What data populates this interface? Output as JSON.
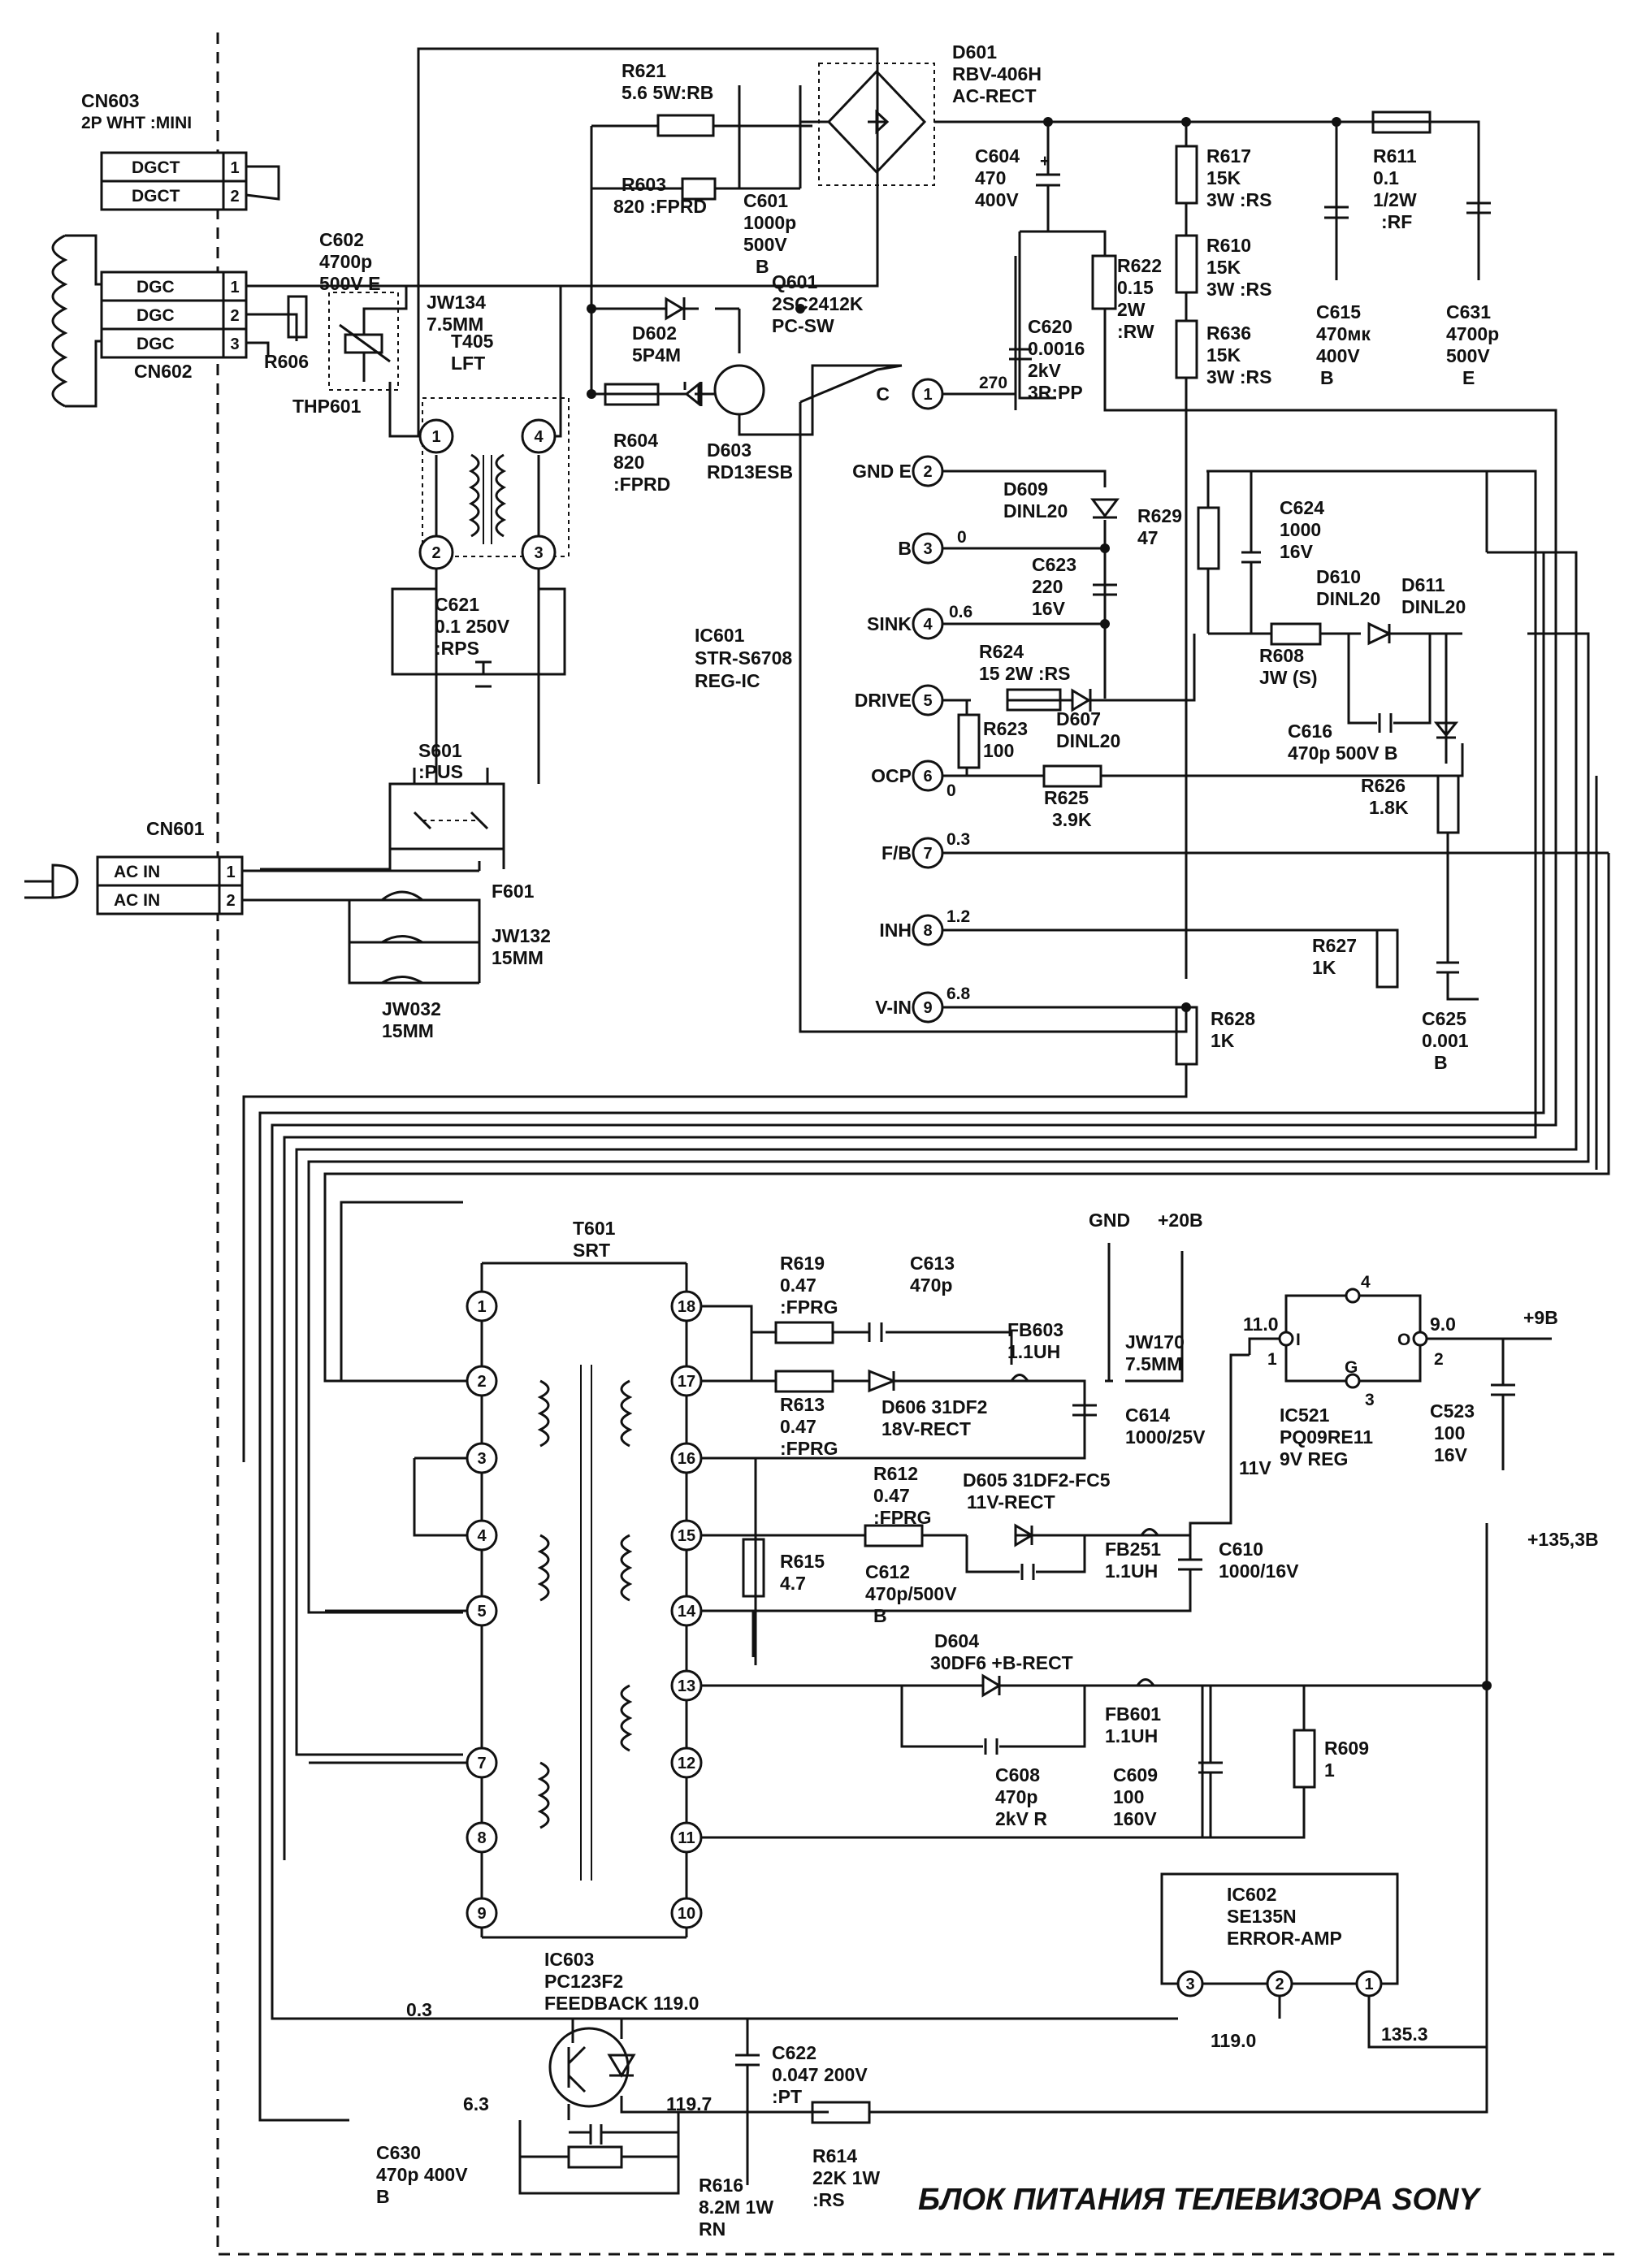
{
  "title": "БЛОК ПИТАНИЯ ТЕЛЕВИЗОРА SONY",
  "connectors": {
    "cn603": {
      "ref": "CN603",
      "type": "2P WHT :MINI",
      "pins": [
        {
          "name": "DGCT",
          "num": "1"
        },
        {
          "name": "DGCT",
          "num": "2"
        }
      ]
    },
    "cn602": {
      "ref": "CN602",
      "pins": [
        {
          "name": "DGC",
          "num": "1"
        },
        {
          "name": "DGC",
          "num": "2"
        },
        {
          "name": "DGC",
          "num": "3"
        }
      ]
    },
    "cn601": {
      "ref": "CN601",
      "pins": [
        {
          "name": "AC IN",
          "num": "1"
        },
        {
          "name": "AC IN",
          "num": "2"
        }
      ]
    }
  },
  "ic601": {
    "ref": "IC601",
    "part": "STR-S6708",
    "desc": "REG-IC",
    "pins": [
      {
        "num": "1",
        "name": "C",
        "volt": "270"
      },
      {
        "num": "2",
        "name": "GND E",
        "volt": ""
      },
      {
        "num": "3",
        "name": "B",
        "volt": "0"
      },
      {
        "num": "4",
        "name": "SINK",
        "volt": "0.6"
      },
      {
        "num": "5",
        "name": "DRIVE",
        "volt": ""
      },
      {
        "num": "6",
        "name": "OCP",
        "volt": "0"
      },
      {
        "num": "7",
        "name": "F/B",
        "volt": "0.3"
      },
      {
        "num": "8",
        "name": "INH",
        "volt": "1.2"
      },
      {
        "num": "9",
        "name": "V-IN",
        "volt": "6.8"
      }
    ]
  },
  "t601": {
    "ref": "T601",
    "type": "SRT",
    "left_pins": [
      "1",
      "2",
      "3",
      "4",
      "5",
      "7",
      "8",
      "9"
    ],
    "right_pins": [
      "18",
      "17",
      "16",
      "15",
      "14",
      "13",
      "12",
      "11",
      "10"
    ]
  },
  "t405": {
    "ref": "T405",
    "type": "LFT",
    "pins": [
      "1",
      "4",
      "2",
      "3"
    ]
  },
  "components": [
    {
      "id": "r621",
      "lines": [
        "R621",
        "5.6 5W:RB"
      ]
    },
    {
      "id": "d601",
      "lines": [
        "D601",
        "RBV-406H",
        "AC-RECT"
      ]
    },
    {
      "id": "c602",
      "lines": [
        "C602",
        "4700p",
        "500V  E"
      ]
    },
    {
      "id": "r603",
      "lines": [
        "R603",
        "820  :FPRD"
      ]
    },
    {
      "id": "c601",
      "lines": [
        "C601",
        "1000p",
        "500V",
        "B"
      ]
    },
    {
      "id": "c604",
      "lines": [
        "C604",
        "470",
        "400V"
      ]
    },
    {
      "id": "r617",
      "lines": [
        "R617",
        "15K",
        "3W :RS"
      ]
    },
    {
      "id": "r611",
      "lines": [
        "R611",
        "0.1",
        "1/2W",
        ":RF"
      ]
    },
    {
      "id": "r610",
      "lines": [
        "R610",
        "15K",
        "3W :RS"
      ]
    },
    {
      "id": "c615",
      "lines": [
        "C615",
        "470мк",
        "400V",
        "B"
      ]
    },
    {
      "id": "c631",
      "lines": [
        "C631",
        "4700p",
        "500V",
        "E"
      ]
    },
    {
      "id": "r636",
      "lines": [
        "R636",
        "15K",
        "3W :RS"
      ]
    },
    {
      "id": "r622",
      "lines": [
        "R622",
        "0.15",
        "2W",
        ":RW"
      ]
    },
    {
      "id": "c620",
      "lines": [
        "C620",
        "0.0016",
        "2kV",
        "3R:PP"
      ]
    },
    {
      "id": "jw134",
      "lines": [
        "JW134",
        "7.5MM"
      ]
    },
    {
      "id": "d602",
      "lines": [
        "D602",
        "5P4M"
      ]
    },
    {
      "id": "q601",
      "lines": [
        "Q601",
        "2SC2412K",
        "PC-SW"
      ]
    },
    {
      "id": "r606",
      "lines": [
        "R606"
      ]
    },
    {
      "id": "thp601",
      "lines": [
        "THP601"
      ]
    },
    {
      "id": "r604",
      "lines": [
        "R604",
        "820",
        ":FPRD"
      ]
    },
    {
      "id": "d603",
      "lines": [
        "D603",
        "RD13ESB"
      ]
    },
    {
      "id": "d609",
      "lines": [
        "D609",
        "DINL20"
      ]
    },
    {
      "id": "r629",
      "lines": [
        "R629",
        "47"
      ]
    },
    {
      "id": "c624",
      "lines": [
        "C624",
        "1000",
        "16V"
      ]
    },
    {
      "id": "c623",
      "lines": [
        "C623",
        "220",
        "16V"
      ]
    },
    {
      "id": "d610",
      "lines": [
        "D610",
        "DINL20"
      ]
    },
    {
      "id": "d611",
      "lines": [
        "D611",
        "DINL20"
      ]
    },
    {
      "id": "c621",
      "lines": [
        "C621",
        "0.1 250V",
        ":RPS"
      ]
    },
    {
      "id": "r624",
      "lines": [
        "R624",
        "15 2W :RS"
      ]
    },
    {
      "id": "r608",
      "lines": [
        "R608",
        "JW (S)"
      ]
    },
    {
      "id": "r623",
      "lines": [
        "R623",
        "100"
      ]
    },
    {
      "id": "d607",
      "lines": [
        "D607",
        "DINL20"
      ]
    },
    {
      "id": "c616",
      "lines": [
        "C616",
        "470p 500V B"
      ]
    },
    {
      "id": "s601",
      "lines": [
        "S601",
        ":PUS"
      ]
    },
    {
      "id": "r625",
      "lines": [
        "R625",
        "3.9K"
      ]
    },
    {
      "id": "r626",
      "lines": [
        "R626",
        "1.8K"
      ]
    },
    {
      "id": "f601",
      "lines": [
        "F601"
      ]
    },
    {
      "id": "jw132",
      "lines": [
        "JW132",
        "15MM"
      ]
    },
    {
      "id": "jw032",
      "lines": [
        "JW032",
        "15MM"
      ]
    },
    {
      "id": "r627",
      "lines": [
        "R627",
        "1K"
      ]
    },
    {
      "id": "c625",
      "lines": [
        "C625",
        "0.001",
        "B"
      ]
    },
    {
      "id": "r628",
      "lines": [
        "R628",
        "1K"
      ]
    },
    {
      "id": "r619",
      "lines": [
        "R619",
        "0.47",
        ":FPRG"
      ]
    },
    {
      "id": "c613",
      "lines": [
        "C613",
        "470p"
      ]
    },
    {
      "id": "fb603",
      "lines": [
        "FB603",
        "1.1UH"
      ]
    },
    {
      "id": "jw170",
      "lines": [
        "JW170",
        "7.5MM"
      ]
    },
    {
      "id": "r613",
      "lines": [
        "R613",
        "0.47",
        ":FPRG"
      ]
    },
    {
      "id": "d606",
      "lines": [
        "D606 31DF2",
        "18V-RECT"
      ]
    },
    {
      "id": "c614",
      "lines": [
        "C614",
        "1000/25V"
      ]
    },
    {
      "id": "r612",
      "lines": [
        "R612",
        "0.47",
        ":FPRG"
      ]
    },
    {
      "id": "d605",
      "lines": [
        "D605 31DF2-FC5",
        "11V-RECT"
      ]
    },
    {
      "id": "r615",
      "lines": [
        "R615",
        "4.7"
      ]
    },
    {
      "id": "c612",
      "lines": [
        "C612",
        "470p/500V",
        "B"
      ]
    },
    {
      "id": "fb251",
      "lines": [
        "FB251",
        "1.1UH"
      ]
    },
    {
      "id": "c610",
      "lines": [
        "C610",
        "1000/16V"
      ]
    },
    {
      "id": "ic521",
      "lines": [
        "IC521",
        "PQ09RE11",
        "9V REG"
      ]
    },
    {
      "id": "c523",
      "lines": [
        "C523",
        "100",
        "16V"
      ]
    },
    {
      "id": "d604",
      "lines": [
        "D604",
        "30DF6 +B-RECT"
      ]
    },
    {
      "id": "fb601",
      "lines": [
        "FB601",
        "1.1UH"
      ]
    },
    {
      "id": "r609",
      "lines": [
        "R609",
        "1"
      ]
    },
    {
      "id": "c608",
      "lines": [
        "C608",
        "470p",
        "2kV  R"
      ]
    },
    {
      "id": "c609",
      "lines": [
        "C609",
        "100",
        "160V"
      ]
    },
    {
      "id": "ic602",
      "lines": [
        "IC602",
        "SE135N",
        "ERROR-AMP"
      ]
    },
    {
      "id": "ic603",
      "lines": [
        "IC603",
        "PC123F2",
        "FEEDBACK 119.0"
      ]
    },
    {
      "id": "c622",
      "lines": [
        "C622",
        "0.047 200V",
        ":PT"
      ]
    },
    {
      "id": "c630",
      "lines": [
        "C630",
        "470p 400V",
        "B"
      ]
    },
    {
      "id": "r614",
      "lines": [
        "R614",
        "22K 1W",
        ":RS"
      ]
    },
    {
      "id": "r616",
      "lines": [
        "R616",
        "8.2M 1W",
        "RN"
      ]
    }
  ],
  "rails": {
    "gnd": "GND",
    "plus20": "+20В",
    "plus9": "+9В",
    "plus135": "+135,3В",
    "v11": "11V"
  },
  "pin_labels": {
    "ic521_pin4": "4",
    "ic521_pin1": "1",
    "ic521_pin2": "2",
    "ic521_pin3": "3",
    "ic521_i": "I",
    "ic521_o": "O",
    "ic521_g": "G",
    "ic602_pin3": "3",
    "ic602_pin2": "2",
    "ic602_pin1": "1"
  },
  "voltages": {
    "ic521_in": "11.0",
    "ic521_out": "9.0",
    "fb_03": "0.3",
    "fb_63": "6.3",
    "v1197": "119.7",
    "v1190": "119.0",
    "v1353": "135.3"
  }
}
